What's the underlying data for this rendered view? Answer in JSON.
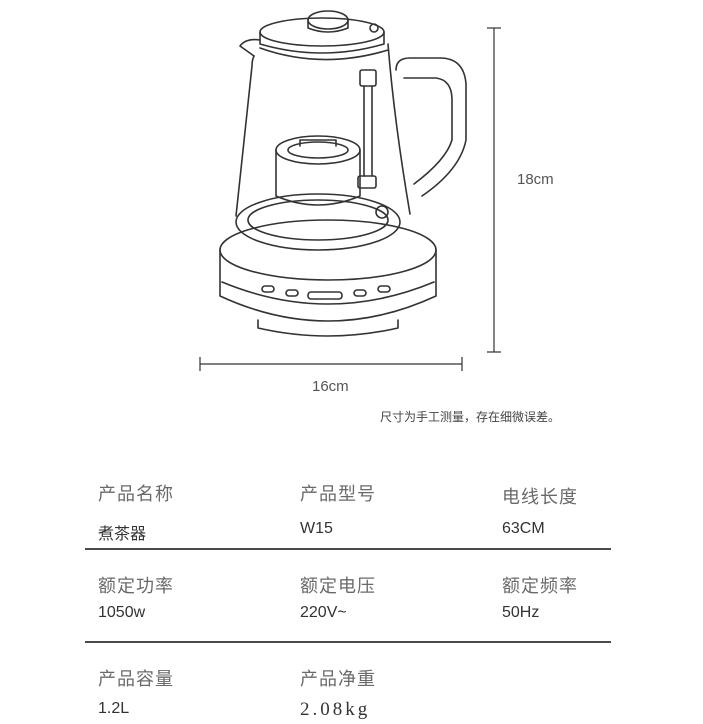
{
  "dimensions": {
    "height_label": "18cm",
    "width_label": "16cm",
    "note": "尺寸为手工测量，存在细微误差。"
  },
  "specs": [
    {
      "label": "产品名称",
      "value": "煮茶器"
    },
    {
      "label": "产品型号",
      "value": "W15"
    },
    {
      "label": "电线长度",
      "value": "63CM"
    },
    {
      "label": "额定功率",
      "value": "1050w"
    },
    {
      "label": "额定电压",
      "value": "220V~"
    },
    {
      "label": "额定频率",
      "value": "50Hz"
    },
    {
      "label": "产品容量",
      "value": "1.2L"
    },
    {
      "label": "产品净重",
      "value": "2.08kg"
    }
  ]
}
